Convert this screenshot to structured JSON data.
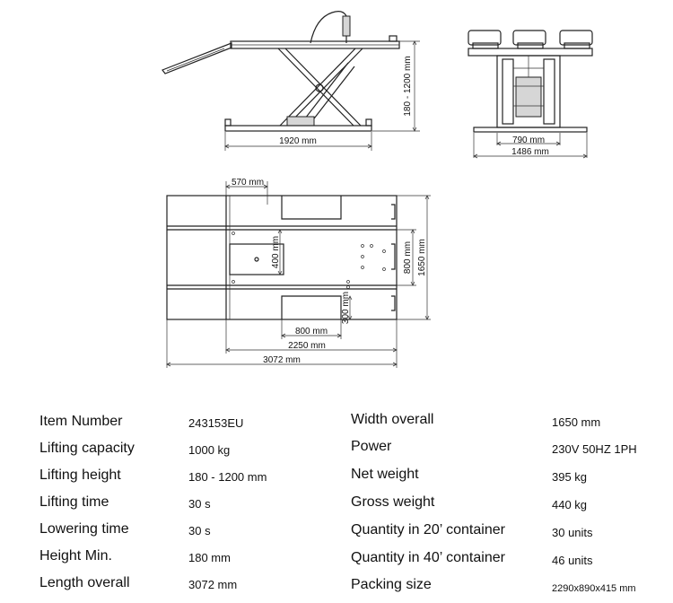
{
  "dimensions": {
    "side_width": "1920 mm",
    "side_height": "180 - 1200 mm",
    "front_inner": "790 mm",
    "front_outer": "1486 mm",
    "top_570": "570 mm",
    "top_400": "400 mm",
    "top_800_vert": "800 mm",
    "top_1650": "1650 mm",
    "top_300": "300 mm",
    "top_800_horiz": "800 mm",
    "top_2250": "2250 mm",
    "top_3072": "3072 mm"
  },
  "specs_left": [
    {
      "label": "Item Number",
      "value": "243153EU"
    },
    {
      "label": "Lifting capacity",
      "value": "1000 kg"
    },
    {
      "label": "Lifting height",
      "value": "180 - 1200 mm"
    },
    {
      "label": "Lifting time",
      "value": "30 s"
    },
    {
      "label": "Lowering time",
      "value": "30 s"
    },
    {
      "label": "Height Min.",
      "value": "180 mm"
    },
    {
      "label": "Length overall",
      "value": "3072 mm"
    }
  ],
  "specs_right": [
    {
      "label": "Width overall",
      "value": "1650 mm"
    },
    {
      "label": "Power",
      "value": "230V 50HZ 1PH"
    },
    {
      "label": "Net weight",
      "value": "395 kg"
    },
    {
      "label": "Gross weight",
      "value": "440 kg"
    },
    {
      "label": "Quantity in 20’ container",
      "value": "30 units"
    },
    {
      "label": "Quantity in 40’ container",
      "value": "46 units"
    },
    {
      "label": "Packing size",
      "value": "2290x890x415 mm"
    }
  ]
}
